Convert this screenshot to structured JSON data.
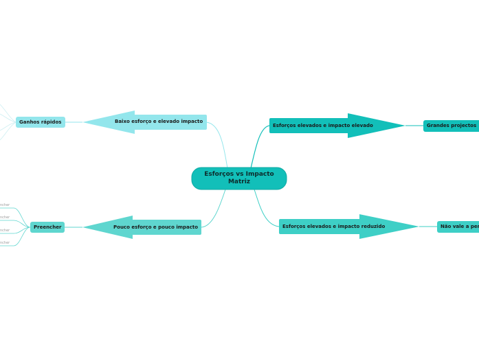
{
  "central": {
    "line1": "Esforços vs Impacto",
    "line2": "Matriz",
    "color": "#12bfb9"
  },
  "branches": {
    "top_left": {
      "arrow_label": "Baixo esforço e elevado impacto",
      "node_label": "Ganhos rápidos",
      "color": "#93e6ec"
    },
    "top_right": {
      "arrow_label": "Esforços elevados e impacto elevado",
      "node_label": "Grandes projectos",
      "color": "#12bfb9"
    },
    "bottom_left": {
      "arrow_label": "Pouco esforço e pouco impacto",
      "node_label": "Preencher",
      "color": "#5fd6cf",
      "leaves": [
        "ncher",
        "ncher",
        "ncher",
        "ncher"
      ]
    },
    "bottom_right": {
      "arrow_label": "Esforços elevados e impacto reduzido",
      "node_label": "Não vale a pen",
      "color": "#3ecfc6"
    }
  }
}
